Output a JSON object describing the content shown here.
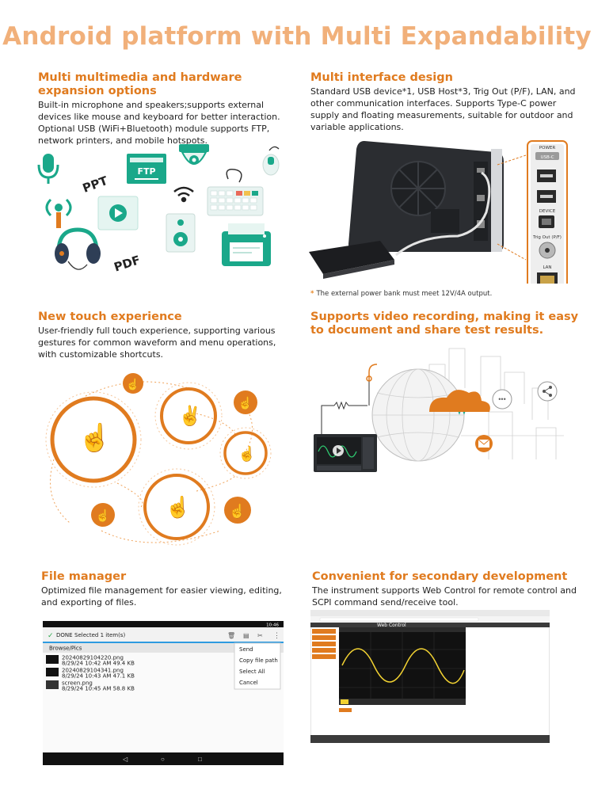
{
  "title": "Android platform with Multi Expandability",
  "sections": {
    "multimedia": {
      "heading": "Multi multimedia and hardware expansion options",
      "body": "Built-in microphone and speakers;supports external devices like mouse and keyboard for better interaction. Optional USB (WiFi+Bluetooth) module supports FTP, network printers, and mobile hotspots.",
      "labels": {
        "ppt": "PPT",
        "ftp": "FTP",
        "pdf": "PDF"
      }
    },
    "interface": {
      "heading": "Multi interface design",
      "body": "Standard USB device*1, USB Host*3, Trig Out (P/F), LAN, and other communication interfaces. Supports Type-C power supply and floating measurements, suitable for outdoor and variable applications.",
      "ports": {
        "power": "POWER",
        "usbc": "USB-C",
        "device": "DEVICE",
        "trig": "Trig Out (P/F)",
        "lan": "LAN"
      },
      "note": "The external power bank must meet 12V/4A output."
    },
    "touch": {
      "heading": "New touch experience",
      "body": "User-friendly full touch experience, supporting various gestures for common waveform and menu operations, with customizable shortcuts."
    },
    "video": {
      "heading": "Supports video recording, making it easy to document and share test results."
    },
    "files": {
      "heading": "File manager",
      "body": "Optimized file management for easier viewing, editing, and exporting of files.",
      "screen": {
        "time": "10:46",
        "done": "DONE",
        "selected": "Selected 1 item(s)",
        "path": "Browse/Pics",
        "files": [
          {
            "name": "20240829104220.png",
            "meta": "8/29/24 10:42 AM   49.4 KB"
          },
          {
            "name": "20240829104341.png",
            "meta": "8/29/24 10:43 AM   47.1 KB"
          },
          {
            "name": "screen.png",
            "meta": "8/29/24 10:45 AM   58.8 KB"
          }
        ],
        "menu": [
          "Send",
          "Copy file path",
          "Select All",
          "Cancel"
        ]
      }
    },
    "dev": {
      "heading": "Convenient for secondary development",
      "body": "The instrument supports Web Control for remote control and SCPI command send/receive tool.",
      "screen": {
        "title": "Web Control"
      }
    }
  },
  "colors": {
    "accent": "#e07b1f",
    "title": "#f1b07a",
    "teal": "#1aa88a"
  }
}
